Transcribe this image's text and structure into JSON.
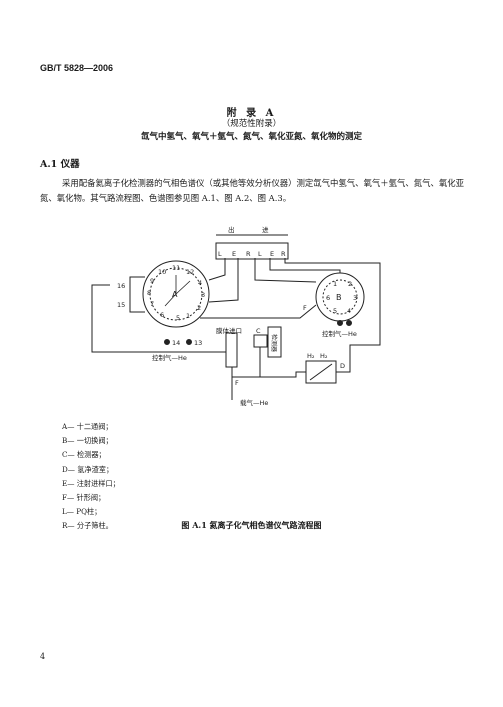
{
  "header": {
    "standard_code": "GB/T 5828—2006"
  },
  "appendix": {
    "title": "附 录 A",
    "subtitle": "（规范性附录）",
    "heading": "氙气中氢气、氧气＋氩气、氮气、氧化亚氮、氧化物的测定"
  },
  "section": {
    "number_title": "A.1  仪器",
    "paragraph": "采用配备氦离子化检测器的气相色谱仪（或其他等效分析仪器）测定氙气中氢气、氧气＋氩气、氮气、氧化亚氮、氧化物。其气路流程图、色谱图参见图 A.1、图 A.2、图 A.3。"
  },
  "diagram": {
    "top_labels": {
      "out": "出",
      "in": "进"
    },
    "lr_labels": {
      "l1": "L",
      "e1": "E",
      "r1": "R",
      "l2": "L",
      "e2": "E",
      "r2": "R"
    },
    "valve_a": {
      "center_label": "A",
      "ports": [
        "1",
        "2",
        "3",
        "4",
        "5",
        "6",
        "7",
        "8",
        "9",
        "10",
        "11",
        "12"
      ]
    },
    "valve_b": {
      "center_label": "B",
      "ports": [
        "1",
        "2",
        "3",
        "4",
        "5",
        "6"
      ]
    },
    "labels": {
      "p16": "16",
      "p15": "15",
      "p14": "14",
      "p13": "13",
      "f_left": "F",
      "control_left": "控制气—He",
      "control_right": "控制气—He",
      "injector": "膜体进口",
      "detector_c": "C",
      "detector_text": "检测器",
      "h2_left": "H₂",
      "h2_right": "H₂",
      "d": "D",
      "f_bottom": "F",
      "carrier": "载气—He"
    }
  },
  "legend": [
    "A— 十二通阀；",
    "B— 一切换阀；",
    "C— 检测器；",
    "D— 氢净渣室；",
    "E— 注射进样口；",
    "F— 针形阀；",
    "L— PQ柱；",
    "R— 分子筛柱。"
  ],
  "figure_caption": "图 A.1  氦离子化气相色谱仪气路流程图",
  "page_number": "4"
}
